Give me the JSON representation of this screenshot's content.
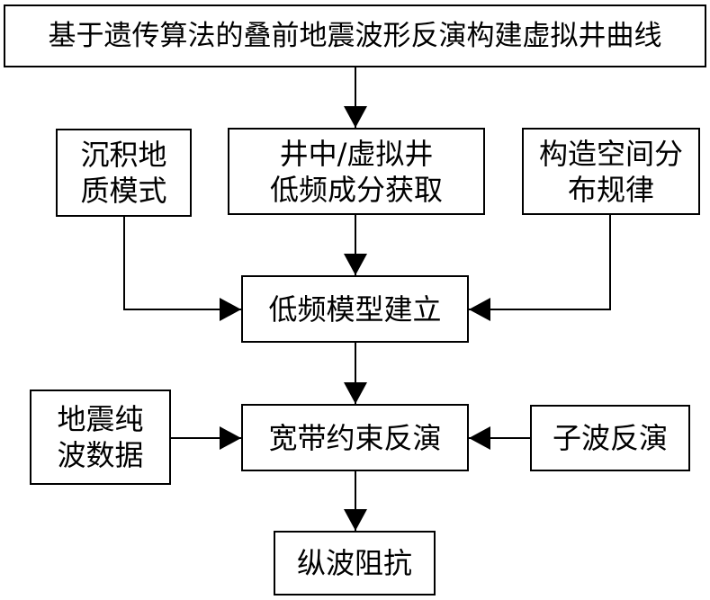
{
  "diagram": {
    "title": "基于遗传算法的叠前地震波形反演构建虚拟井曲线",
    "top_row": {
      "left_lines": [
        "沉积地",
        "质模式"
      ],
      "center_lines": [
        "井中/虚拟井",
        "低频成分获取"
      ],
      "right_lines": [
        "构造空间分",
        "布规律"
      ]
    },
    "low_freq_model": "低频模型建立",
    "middle_row": {
      "left_lines": [
        "地震纯",
        "波数据"
      ],
      "center": "宽带约束反演",
      "right": "子波反演"
    },
    "output": "纵波阻抗"
  }
}
